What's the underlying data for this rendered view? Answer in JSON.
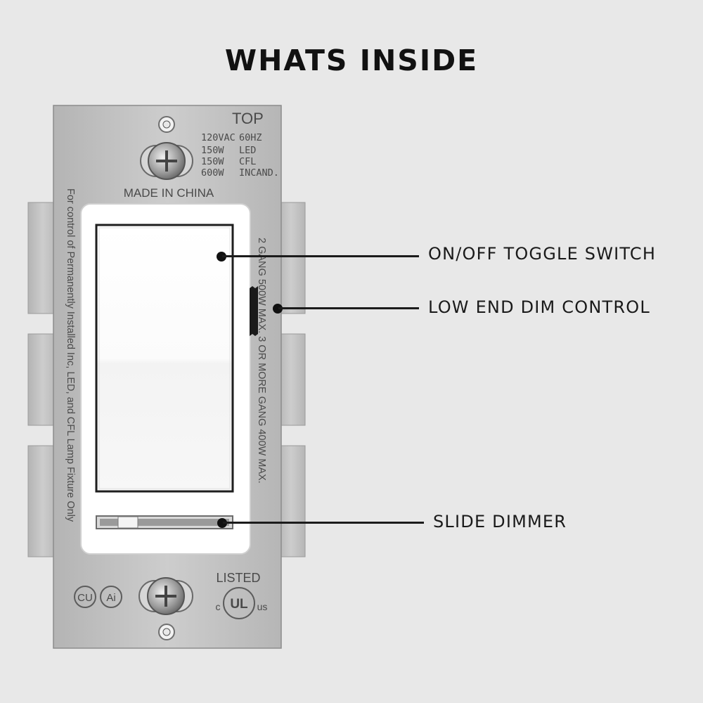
{
  "title": "WHATS INSIDE",
  "plate": {
    "top_label": "TOP",
    "ratings": [
      {
        "value": "120VAC",
        "unit": "60HZ"
      },
      {
        "value": "150W",
        "unit": "LED"
      },
      {
        "value": "150W",
        "unit": "CFL"
      },
      {
        "value": "600W",
        "unit": "INCAND."
      }
    ],
    "made_in": "MADE IN CHINA",
    "left_side_text": "For control of Permanently Installed Inc, LED, and CFL Lamp Fixture Only",
    "right_side_text": "2 GANG 500W MAX. 3 OR MORE GANG 400W MAX.",
    "listed": "LISTED",
    "cert_left_1": "CU",
    "cert_left_2": "Ai",
    "ul_c": "c",
    "ul_mark": "UL",
    "ul_us": "us"
  },
  "callouts": {
    "toggle": "ON/OFF TOGGLE SWITCH",
    "low_end": "LOW END DIM CONTROL",
    "slide": "SLIDE DIMMER"
  },
  "colors": {
    "background": "#e8e8e8",
    "plate": "#bfbfbf",
    "switch_body": "#ffffff",
    "callout": "#111111"
  }
}
